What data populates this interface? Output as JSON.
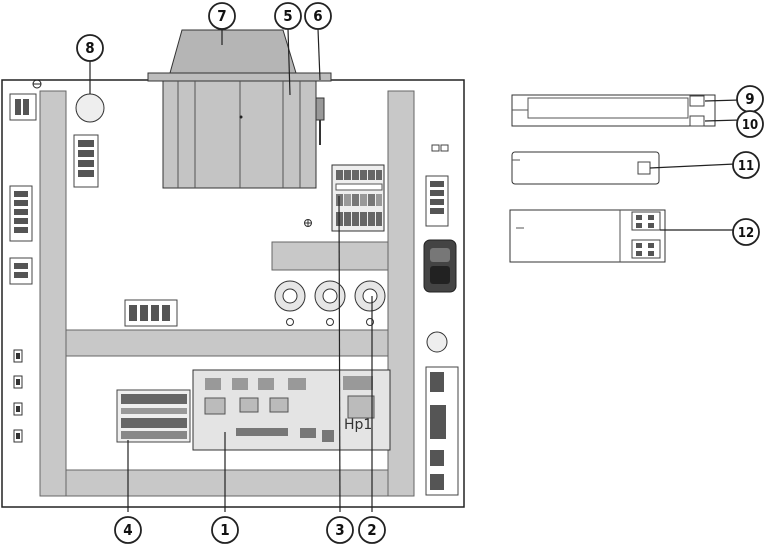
{
  "callouts": [
    {
      "label": "1",
      "name": "callout-1"
    },
    {
      "label": "2",
      "name": "callout-2"
    },
    {
      "label": "3",
      "name": "callout-3"
    },
    {
      "label": "4",
      "name": "callout-4"
    },
    {
      "label": "5",
      "name": "callout-5"
    },
    {
      "label": "6",
      "name": "callout-6"
    },
    {
      "label": "7",
      "name": "callout-7"
    },
    {
      "label": "8",
      "name": "callout-8"
    },
    {
      "label": "9",
      "name": "callout-9"
    },
    {
      "label": "10",
      "name": "callout-10"
    },
    {
      "label": "11",
      "name": "callout-11"
    },
    {
      "label": "12",
      "name": "callout-12"
    }
  ],
  "board": {
    "marking": "Hp1"
  },
  "colors": {
    "line": "#222222",
    "rail": "#c8c8c8",
    "rail_dark": "#a9a9a9",
    "terminal": "#555555",
    "background": "#ffffff"
  }
}
